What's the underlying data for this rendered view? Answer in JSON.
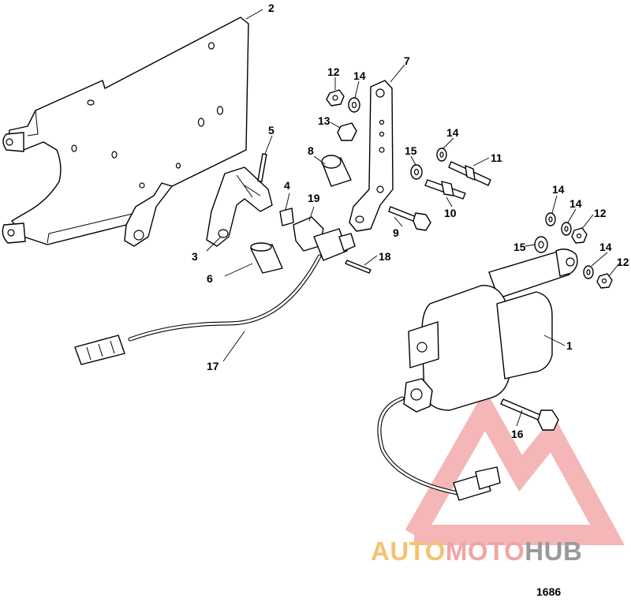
{
  "callouts": {
    "c1": "1",
    "c2": "2",
    "c3": "3",
    "c4": "4",
    "c5": "5",
    "c6": "6",
    "c7": "7",
    "c8": "8",
    "c9": "9",
    "c10": "10",
    "c11": "11",
    "c12a": "12",
    "c12b": "12",
    "c12c": "12",
    "c13": "13",
    "c14a": "14",
    "c14b": "14",
    "c14c": "14",
    "c14d": "14",
    "c14e": "14",
    "c15a": "15",
    "c15b": "15",
    "c16": "16",
    "c17": "17",
    "c18": "18",
    "c19": "19"
  },
  "watermark": {
    "part1": "AUTO",
    "part2": "MOTO",
    "part3": "HUB",
    "color1": "#f5c270",
    "color2": "#f2a3a3",
    "color3": "#9a9a9a"
  },
  "figure_number": "1686"
}
